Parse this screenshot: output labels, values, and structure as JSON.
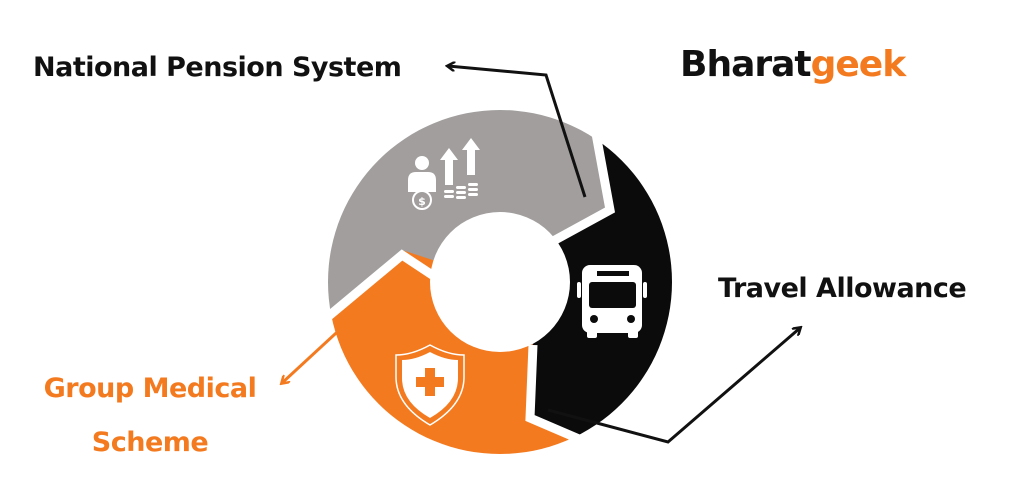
{
  "labels": {
    "national_pension_system": "National Pension System",
    "travel_allowance": "Travel Allowance",
    "group_medical_line1": "Group Medical",
    "group_medical_line2": "Scheme"
  },
  "brand": {
    "part1": "Bharat",
    "part2": "geek"
  },
  "colors": {
    "gray": "#a19e9d",
    "black": "#0b0b0b",
    "orange": "#f47a1f"
  },
  "icons": [
    "pension-growth-icon",
    "bus-icon",
    "medical-shield-icon"
  ]
}
